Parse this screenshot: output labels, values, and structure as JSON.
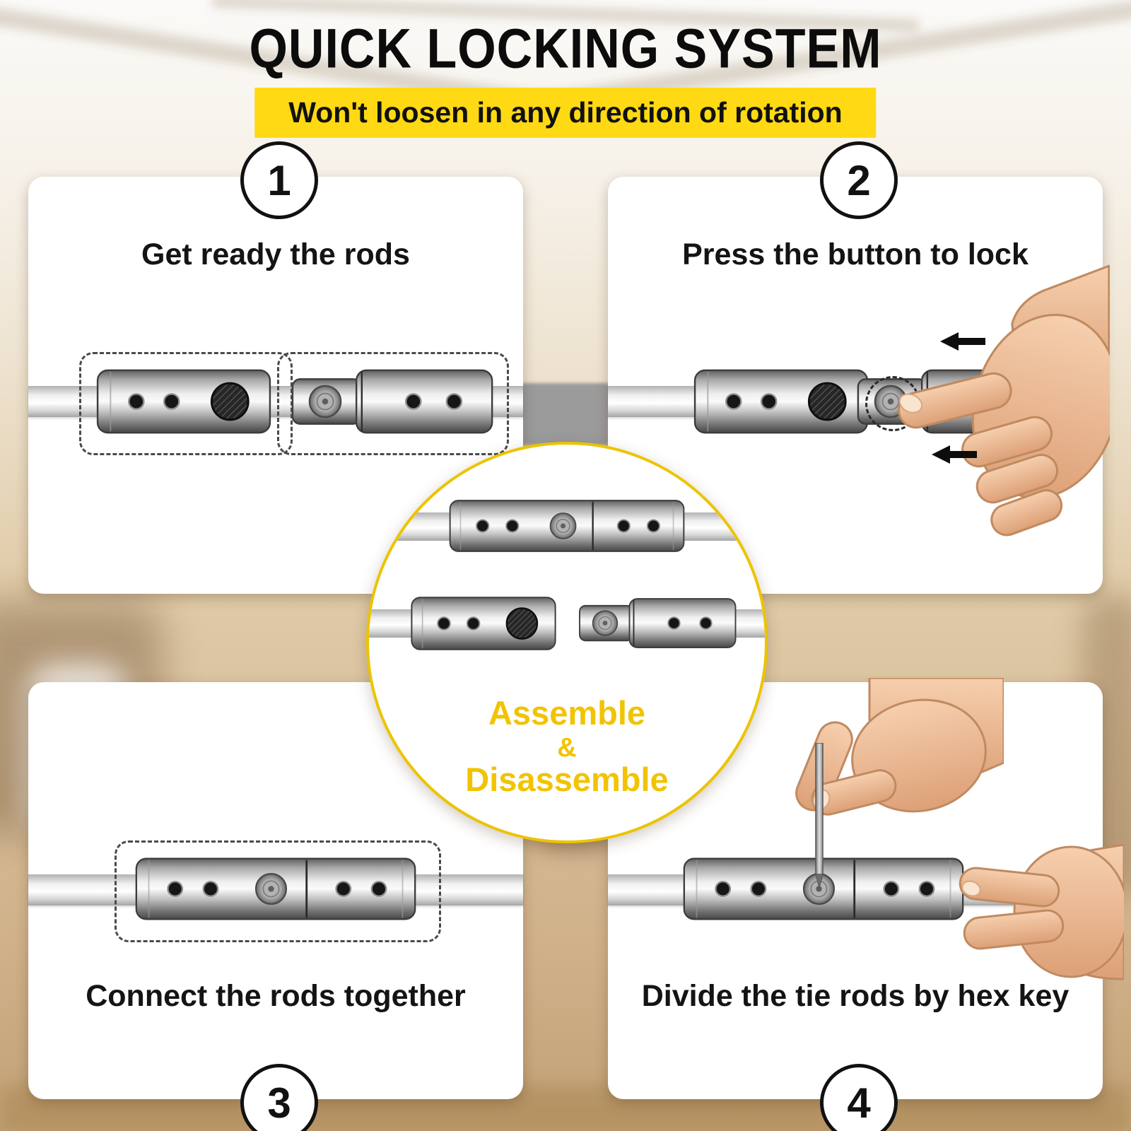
{
  "header": {
    "title": "QUICK LOCKING SYSTEM",
    "banner": "Won't loosen in any direction of rotation"
  },
  "steps": [
    {
      "number": "1",
      "caption": "Get ready the rods"
    },
    {
      "number": "2",
      "caption": "Press the button to lock"
    },
    {
      "number": "3",
      "caption": "Connect the rods together"
    },
    {
      "number": "4",
      "caption": "Divide the tie rods by hex key"
    }
  ],
  "center_badge": {
    "line1": "Assemble",
    "line2": "&",
    "line3": "Disassemble"
  },
  "colors": {
    "accent_yellow": "#FFD913",
    "badge_border_yellow": "#ECC400",
    "badge_text_yellow": "#F2C300",
    "text_black": "#111111",
    "panel_white": "#FFFFFF"
  }
}
